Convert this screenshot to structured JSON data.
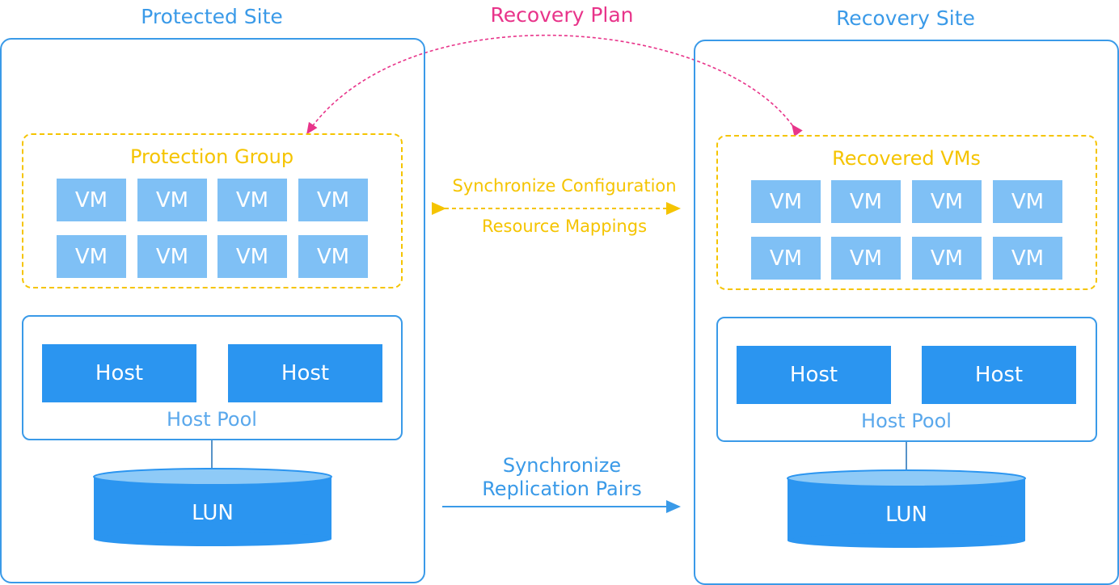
{
  "recovery_plan": "Recovery Plan",
  "protected": {
    "title": "Protected Site",
    "group_title": "Protection Group",
    "vms": [
      "VM",
      "VM",
      "VM",
      "VM",
      "VM",
      "VM",
      "VM",
      "VM"
    ],
    "hosts": [
      "Host",
      "Host"
    ],
    "pool_label": "Host Pool",
    "lun": "LUN"
  },
  "recovery": {
    "title": "Recovery Site",
    "group_title": "Recovered VMs",
    "vms": [
      "VM",
      "VM",
      "VM",
      "VM",
      "VM",
      "VM",
      "VM",
      "VM"
    ],
    "hosts": [
      "Host",
      "Host"
    ],
    "pool_label": "Host Pool",
    "lun": "LUN"
  },
  "middle": {
    "sync_config": "Synchronize Configuration",
    "resource_mappings": "Resource Mappings",
    "sync_line1": "Synchronize",
    "sync_line2": "Replication Pairs"
  },
  "colors": {
    "site_blue": "#3a9ae8",
    "vm_blue": "#7fc0f5",
    "host_blue": "#2b95f0",
    "group_yellow": "#f5c400",
    "plan_pink": "#e8348a"
  }
}
